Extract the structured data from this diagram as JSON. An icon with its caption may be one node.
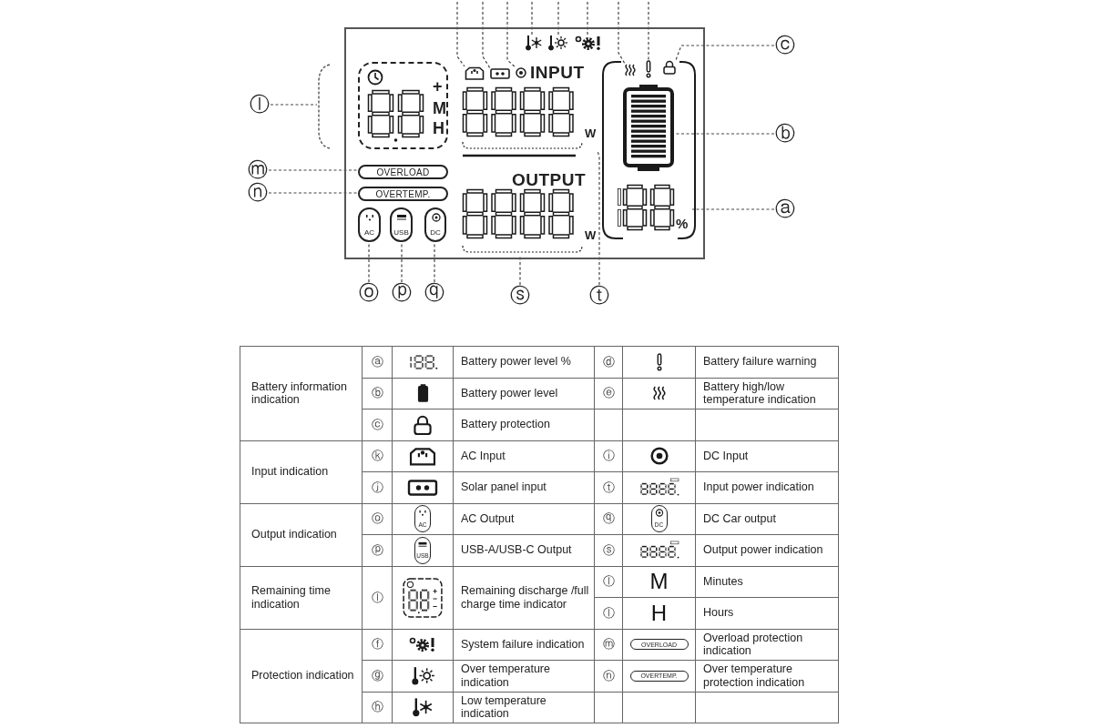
{
  "diagram": {
    "nodes": [
      {
        "text": [],
        "shape": "box"
      },
      {
        "text": [
          "+",
          "M",
          "H"
        ],
        "in": 0
      },
      {
        "text": [
          "OVERLOAD"
        ],
        "in": 0
      },
      {
        "text": [
          "OVERTEMP."
        ],
        "in": 0
      },
      {
        "text": [
          "AC"
        ],
        "in": 0
      },
      {
        "text": [
          "USB"
        ],
        "in": 0
      },
      {
        "text": [
          "DC"
        ],
        "in": 0
      },
      {
        "text": [],
        "shape": "socket",
        "in": 0
      },
      {
        "text": [],
        "shape": "box",
        "in": 0
      },
      {
        "text": [],
        "shape": "circle",
        "in": 0
      },
      {
        "text": [
          "W"
        ],
        "in": 0
      },
      {
        "text": [
          "W"
        ],
        "in": 0
      },
      {
        "text": [],
        "shape": "snowflake",
        "in": 0
      },
      {
        "text": [],
        "shape": "sun",
        "in": 0
      },
      {
        "text": [],
        "shape": "gear",
        "in": 0
      },
      {
        "text": [],
        "shape": "waves",
        "in": 0
      },
      {
        "text": [],
        "shape": "exclamation",
        "in": 0
      },
      {
        "text": [],
        "shape": "lock",
        "in": 0
      },
      {
        "text": [],
        "shape": "battery",
        "in": 0
      },
      {
        "text": [
          "%"
        ],
        "in": 0
      },
      {
        "text": [],
        "shape": "bracket"
      },
      {
        "text": [
          "ⓒ"
        ]
      },
      {
        "text": [
          "ⓛ"
        ]
      },
      {
        "text": [
          "ⓑ"
        ]
      },
      {
        "text": [
          "ⓜ"
        ]
      },
      {
        "text": [
          "ⓝ"
        ]
      },
      {
        "text": [
          "ⓐ"
        ]
      },
      {
        "text": [
          "ⓞ"
        ]
      },
      {
        "text": [
          "ⓟ"
        ]
      },
      {
        "text": [
          "ⓠ"
        ]
      },
      {
        "text": [
          "ⓢ"
        ]
      },
      {
        "text": [
          "ⓣ"
        ]
      }
    ],
    "edges": [
      {
        "from": null,
        "to": 7,
        "arrow": "none",
        "style": "dashed"
      },
      {
        "from": null,
        "to": 8,
        "arrow": "none",
        "style": "dashed"
      },
      {
        "from": null,
        "to": 9,
        "arrow": "none",
        "style": "dashed"
      },
      {
        "from": null,
        "to": 12,
        "arrow": "none",
        "style": "dashed"
      },
      {
        "from": null,
        "to": 13,
        "arrow": "none",
        "style": "dashed"
      },
      {
        "from": null,
        "to": 14,
        "arrow": "none",
        "style": "dashed"
      },
      {
        "from": null,
        "to": 15,
        "arrow": "none",
        "style": "dashed"
      },
      {
        "from": null,
        "to": 16,
        "arrow": "none",
        "style": "dashed"
      },
      {
        "from": 21,
        "to": 17,
        "arrow": "none",
        "style": "dashed"
      },
      {
        "from": 22,
        "to": 20,
        "arrow": "none",
        "style": "dashed"
      },
      {
        "from": 23,
        "to": 18,
        "arrow": "none",
        "style": "dashed"
      },
      {
        "from": 24,
        "to": 2,
        "arrow": "none",
        "style": "dashed"
      },
      {
        "from": 25,
        "to": 3,
        "arrow": "none",
        "style": "dashed"
      },
      {
        "from": 26,
        "to": 19,
        "arrow": "none",
        "style": "dashed"
      },
      {
        "from": 27,
        "to": 4,
        "arrow": "none",
        "style": "dashed"
      },
      {
        "from": 28,
        "to": 5,
        "arrow": "none",
        "style": "dashed"
      },
      {
        "from": 29,
        "to": 6,
        "arrow": "none",
        "style": "dashed"
      },
      {
        "from": 30,
        "to": 11,
        "arrow": "none",
        "style": "dashed"
      },
      {
        "from": 31,
        "to": 10,
        "arrow": "none",
        "style": "dashed"
      }
    ],
    "labels": [
      "INPUT",
      "OUTPUT",
      "Battery information indication",
      "ⓐ",
      "Battery power level %",
      "ⓓ",
      "Battery failure warning",
      "ⓑ",
      "Battery power level",
      "ⓔ",
      "Battery high/low temperature indication",
      "ⓒ",
      "Battery protection",
      "Input indication",
      "ⓚ",
      "AC Input",
      "ⓘ",
      "DC Input",
      "ⓙ",
      "Solar panel input",
      "ⓣ",
      "Input power indication",
      "Output indication",
      "ⓞ",
      "AC",
      "AC Output",
      "ⓠ",
      "DC",
      "DC Car output",
      "ⓟ",
      "USB",
      "USB-A/USB-C Output",
      "ⓢ",
      "Output power indication",
      "Remaining time indication",
      "ⓛ",
      "Remaining discharge /full charge time indicator",
      "ⓛ",
      "M",
      "Minutes",
      "ⓛ",
      "H",
      "Hours",
      "Protection indication",
      "ⓕ",
      "System failure indication",
      "ⓜ",
      "OVERLOAD",
      "Overload protection indication",
      "ⓖ",
      "Over temperature indication",
      "ⓝ",
      "OVERTEMP.",
      "Over temperature protection indication",
      "ⓗ",
      "Low temperature indication"
    ]
  }
}
